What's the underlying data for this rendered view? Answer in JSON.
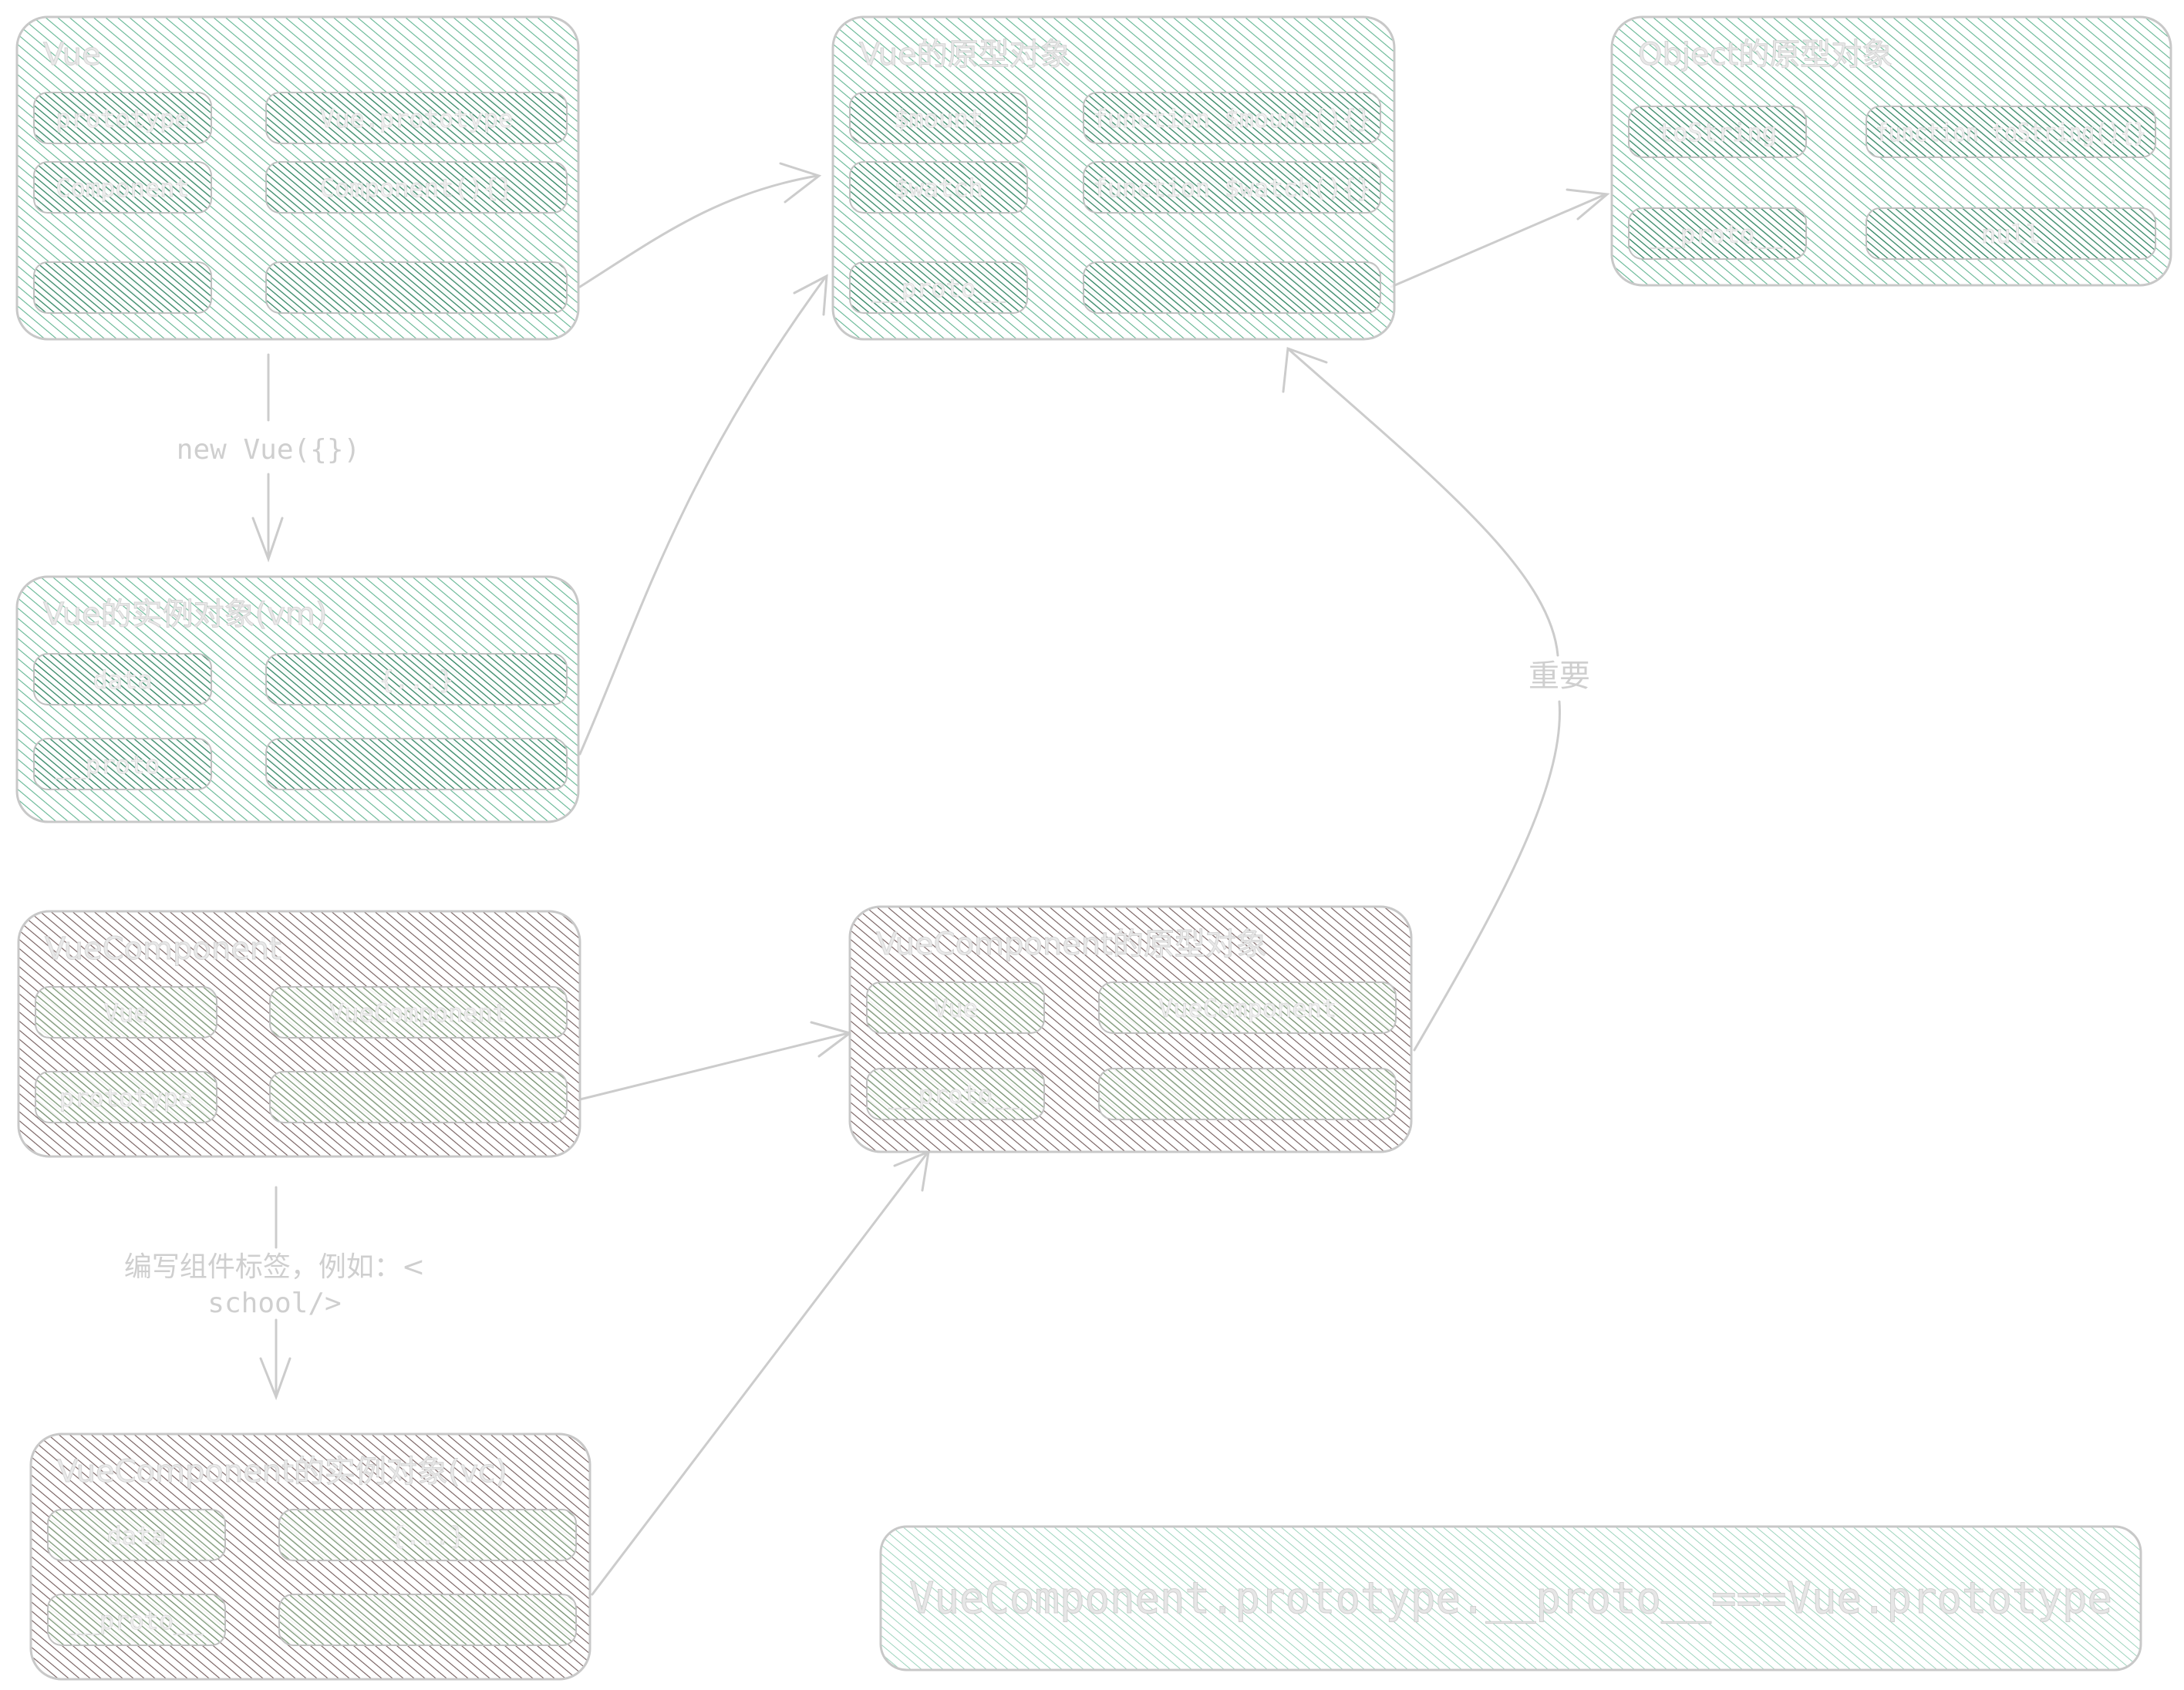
{
  "colors": {
    "green_fill": "#2f9e6f",
    "green_field": "#1f7a55",
    "brown_fill": "#5a3e3e",
    "brown_field": "#6f8f6a",
    "stroke": "#bdbdbd",
    "text": "#d0d0d0"
  },
  "nodes": [
    {
      "id": "vue",
      "theme": "green",
      "title": "Vue",
      "rows": [
        {
          "key": "prototype",
          "value": "Vue.prototype"
        },
        {
          "key": "Component",
          "value": "Component(){}"
        },
        {
          "key": "",
          "value": ""
        }
      ]
    },
    {
      "id": "vue-prototype",
      "theme": "green",
      "title": "Vue的原型对象",
      "rows": [
        {
          "key": "$mount",
          "value": "function $mount(){}"
        },
        {
          "key": "$watch",
          "value": "function $watch(){}"
        },
        {
          "key": "__proto__",
          "value": ""
        }
      ]
    },
    {
      "id": "object-prototype",
      "theme": "green",
      "title": "Object的原型对象",
      "rows": [
        {
          "key": "toString",
          "value": "function toString(){}"
        },
        {
          "key": "__proto__",
          "value": "null"
        }
      ]
    },
    {
      "id": "vue-instance",
      "theme": "green",
      "title": "Vue的实例对象(vm)",
      "rows": [
        {
          "key": "data",
          "value": "{...}"
        },
        {
          "key": "__proto__",
          "value": ""
        }
      ]
    },
    {
      "id": "vuecomponent",
      "theme": "brown",
      "title": "VueComponent",
      "rows": [
        {
          "key": "Vue",
          "value": "VueComponent"
        },
        {
          "key": "prototype",
          "value": ""
        }
      ]
    },
    {
      "id": "vuecomponent-prototype",
      "theme": "brown",
      "title": "VueComponent的原型对象",
      "rows": [
        {
          "key": "Vue",
          "value": "VueComponent"
        },
        {
          "key": "__proto__",
          "value": ""
        }
      ]
    },
    {
      "id": "vuecomponent-instance",
      "theme": "brown",
      "title": "VueComponent的实例对象(vc)",
      "rows": [
        {
          "key": "data",
          "value": "{...}"
        },
        {
          "key": "__proto__",
          "value": ""
        }
      ]
    }
  ],
  "edges": [
    {
      "id": "vue-to-instance",
      "label": "new Vue({})",
      "label_font": "mono"
    },
    {
      "id": "vuecomponent-to-instance",
      "label_lines": [
        "编写组件标签，例如：<",
        "school/>"
      ],
      "label_font": "mixed"
    },
    {
      "id": "vc-proto-to-vue-proto",
      "label": "重要",
      "label_font": "sans"
    },
    {
      "id": "vue-prototype-link",
      "label": ""
    },
    {
      "id": "instance-proto-link",
      "label": ""
    },
    {
      "id": "vue-proto-to-object-proto",
      "label": ""
    },
    {
      "id": "vuecomponent-prototype-link",
      "label": ""
    },
    {
      "id": "vc-instance-proto-link",
      "label": ""
    }
  ],
  "note": {
    "text": "VueComponent.prototype.__proto__===Vue.prototype"
  }
}
